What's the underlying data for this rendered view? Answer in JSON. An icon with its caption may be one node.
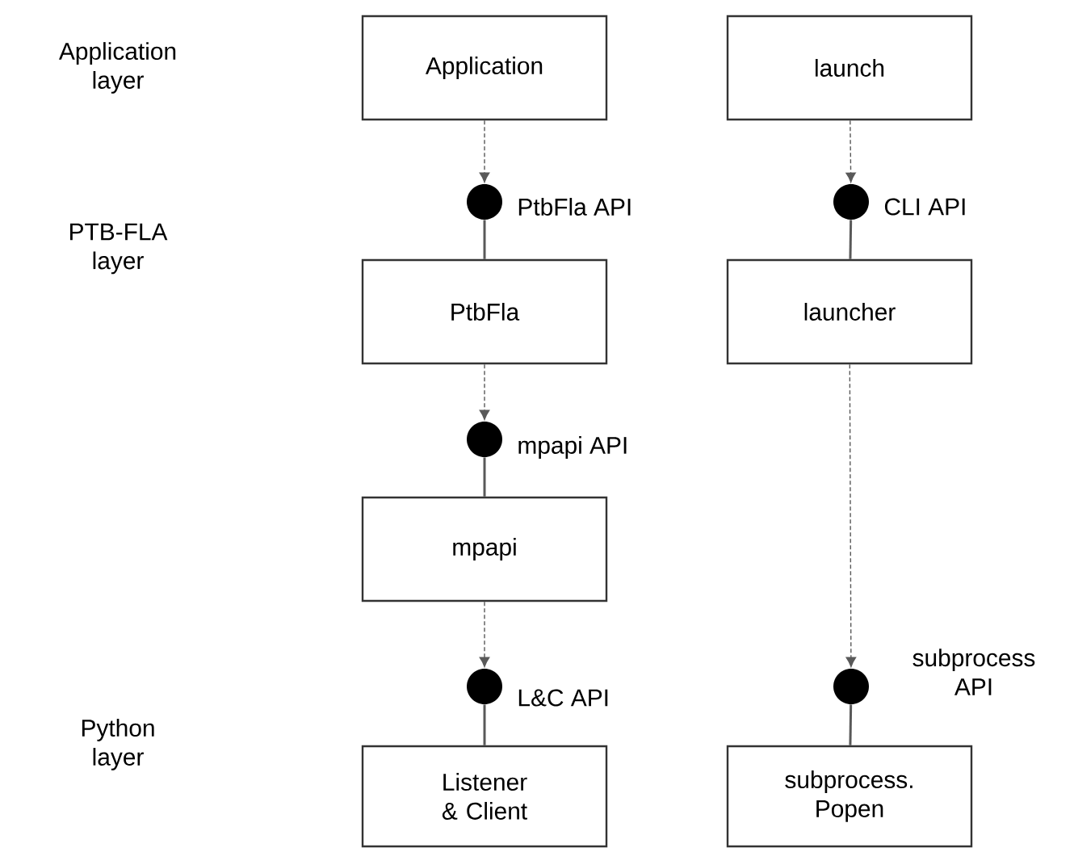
{
  "diagram": {
    "nodes": [
      {
        "text": [
          "Application"
        ]
      },
      {
        "text": [
          "launch"
        ]
      },
      {
        "text": [],
        "shape": "circle",
        "beside": [
          "PtbFla API"
        ]
      },
      {
        "text": [],
        "shape": "circle",
        "beside": [
          "CLI API"
        ]
      },
      {
        "text": [
          "PtbFla"
        ]
      },
      {
        "text": [
          "launcher"
        ]
      },
      {
        "text": [],
        "shape": "circle",
        "beside": [
          "mpapi API"
        ]
      },
      {
        "text": [
          "mpapi"
        ]
      },
      {
        "text": [],
        "shape": "circle",
        "beside": [
          "L&C API"
        ]
      },
      {
        "text": [],
        "shape": "circle",
        "beside": [
          "subprocess API"
        ]
      },
      {
        "text": [
          "Listener & Client"
        ]
      },
      {
        "text": [
          "subprocess. Popen"
        ]
      }
    ],
    "edges": [
      {
        "from": 0,
        "to": 2,
        "arrow": "to",
        "style": "dashed"
      },
      {
        "from": 2,
        "to": 4,
        "arrow": "none"
      },
      {
        "from": 1,
        "to": 3,
        "arrow": "to",
        "style": "dashed"
      },
      {
        "from": 3,
        "to": 5,
        "arrow": "none"
      },
      {
        "from": 4,
        "to": 6,
        "arrow": "to",
        "style": "dashed"
      },
      {
        "from": 6,
        "to": 7,
        "arrow": "none"
      },
      {
        "from": 7,
        "to": 8,
        "arrow": "to",
        "style": "dashed"
      },
      {
        "from": 8,
        "to": 10,
        "arrow": "none"
      },
      {
        "from": 5,
        "to": 9,
        "arrow": "to",
        "style": "dashed"
      },
      {
        "from": 9,
        "to": 11,
        "arrow": "none"
      }
    ],
    "labels": [
      "Application layer",
      "PTB-FLA layer",
      "Python layer"
    ]
  }
}
